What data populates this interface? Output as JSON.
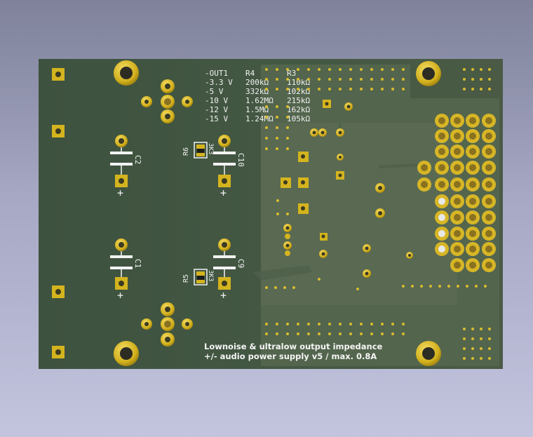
{
  "board": {
    "colors": {
      "background_top": "#7f829a",
      "background_bottom": "#c3c4de",
      "pcb": "#3f5340",
      "pcb_light": "#5a6b55",
      "copper_gold": "#d9b92a",
      "copper_dark": "#8f7510",
      "silkscreen": "#f2f2f2"
    },
    "table": {
      "headers": [
        "-OUT1",
        "R4",
        "R3"
      ],
      "rows": [
        [
          "-3.3 V",
          "200kΩ",
          "110kΩ"
        ],
        [
          "-5 V",
          "332kΩ",
          "102kΩ"
        ],
        [
          "-10 V",
          "1.62MΩ",
          "215kΩ"
        ],
        [
          "-12 V",
          "1.5MΩ",
          "162kΩ"
        ],
        [
          "-15 V",
          "1.24MΩ",
          "105kΩ"
        ]
      ]
    },
    "labels": {
      "c1": "C1",
      "c2": "C2",
      "c9": "C9",
      "c10": "C10",
      "r5": "R5",
      "r6": "R6",
      "r5_value": "3K3",
      "r6_value": "3K3",
      "plus": "+"
    },
    "title": {
      "line1": "Lownoise & ultralow output impedance",
      "line2": "+/- audio power supply v5 / max. 0.8A"
    }
  }
}
